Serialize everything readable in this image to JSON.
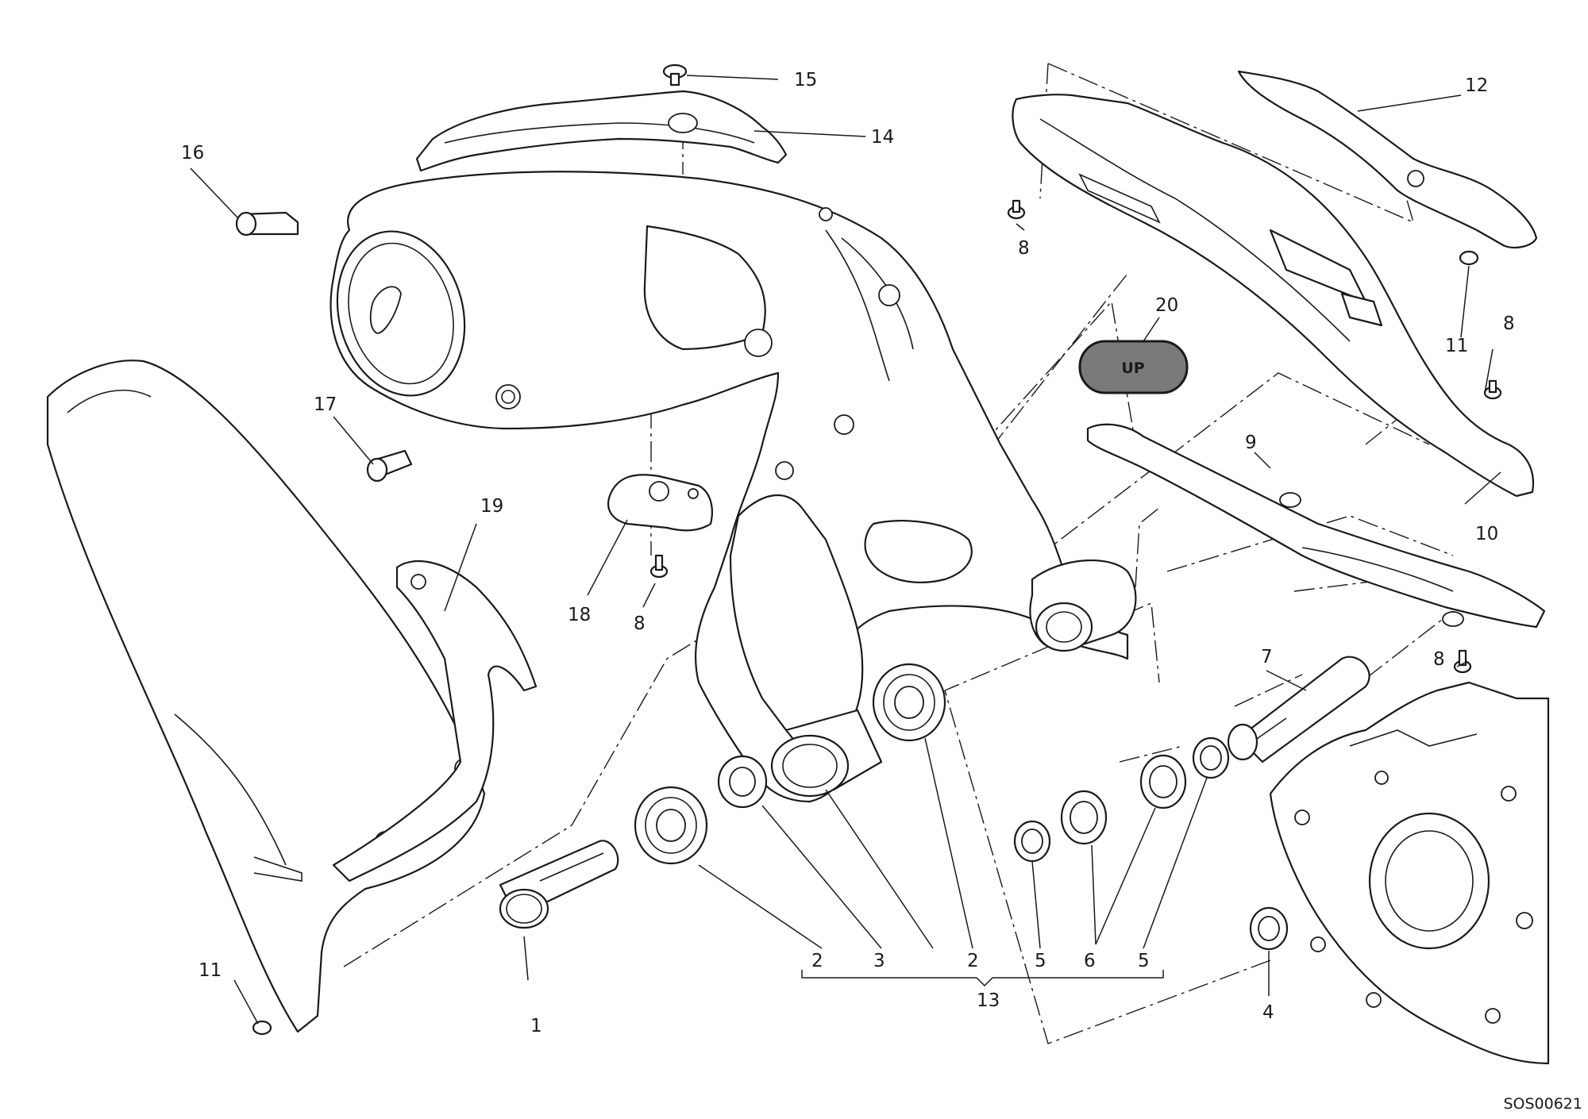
{
  "callouts": {
    "c1": "1",
    "c2a": "2",
    "c2b": "2",
    "c3": "3",
    "c4": "4",
    "c5a": "5",
    "c5b": "5",
    "c6": "6",
    "c7": "7",
    "c8a": "8",
    "c8b": "8",
    "c8c": "8",
    "c8d": "8",
    "c9": "9",
    "c10": "10",
    "c11a": "11",
    "c11b": "11",
    "c12": "12",
    "c13": "13",
    "c14": "14",
    "c15": "15",
    "c16": "16",
    "c17": "17",
    "c18": "18",
    "c19": "19",
    "c20": "20"
  },
  "sticker_text": "UP",
  "drawing_code": "SOS00621"
}
